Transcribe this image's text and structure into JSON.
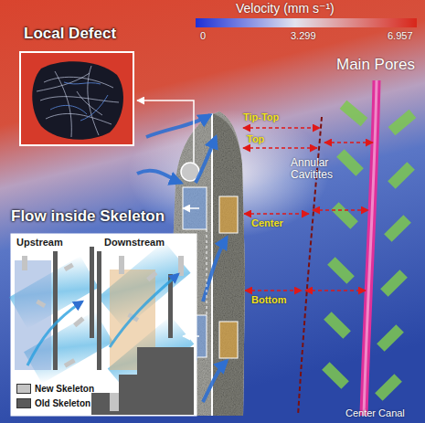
{
  "diagram": {
    "nodes": [
      {
        "text": [
          "Local Defect"
        ]
      },
      {
        "text": [
          "Flow inside Skeleton",
          "Upstream",
          "Downstream"
        ]
      }
    ],
    "labels": [
      "Velocity (mm s⁻¹)",
      "0",
      "3.299",
      "6.957",
      "Main Pores",
      "Tip-Top",
      "Top",
      "Center",
      "Bottom",
      "Annular Cavitites",
      "Center Canal"
    ],
    "legend": [
      {
        "text": "New Skeleton",
        "color": "#c4c4c4"
      },
      {
        "text": "Old Skeleton",
        "color": "#5a5a5a"
      }
    ]
  }
}
